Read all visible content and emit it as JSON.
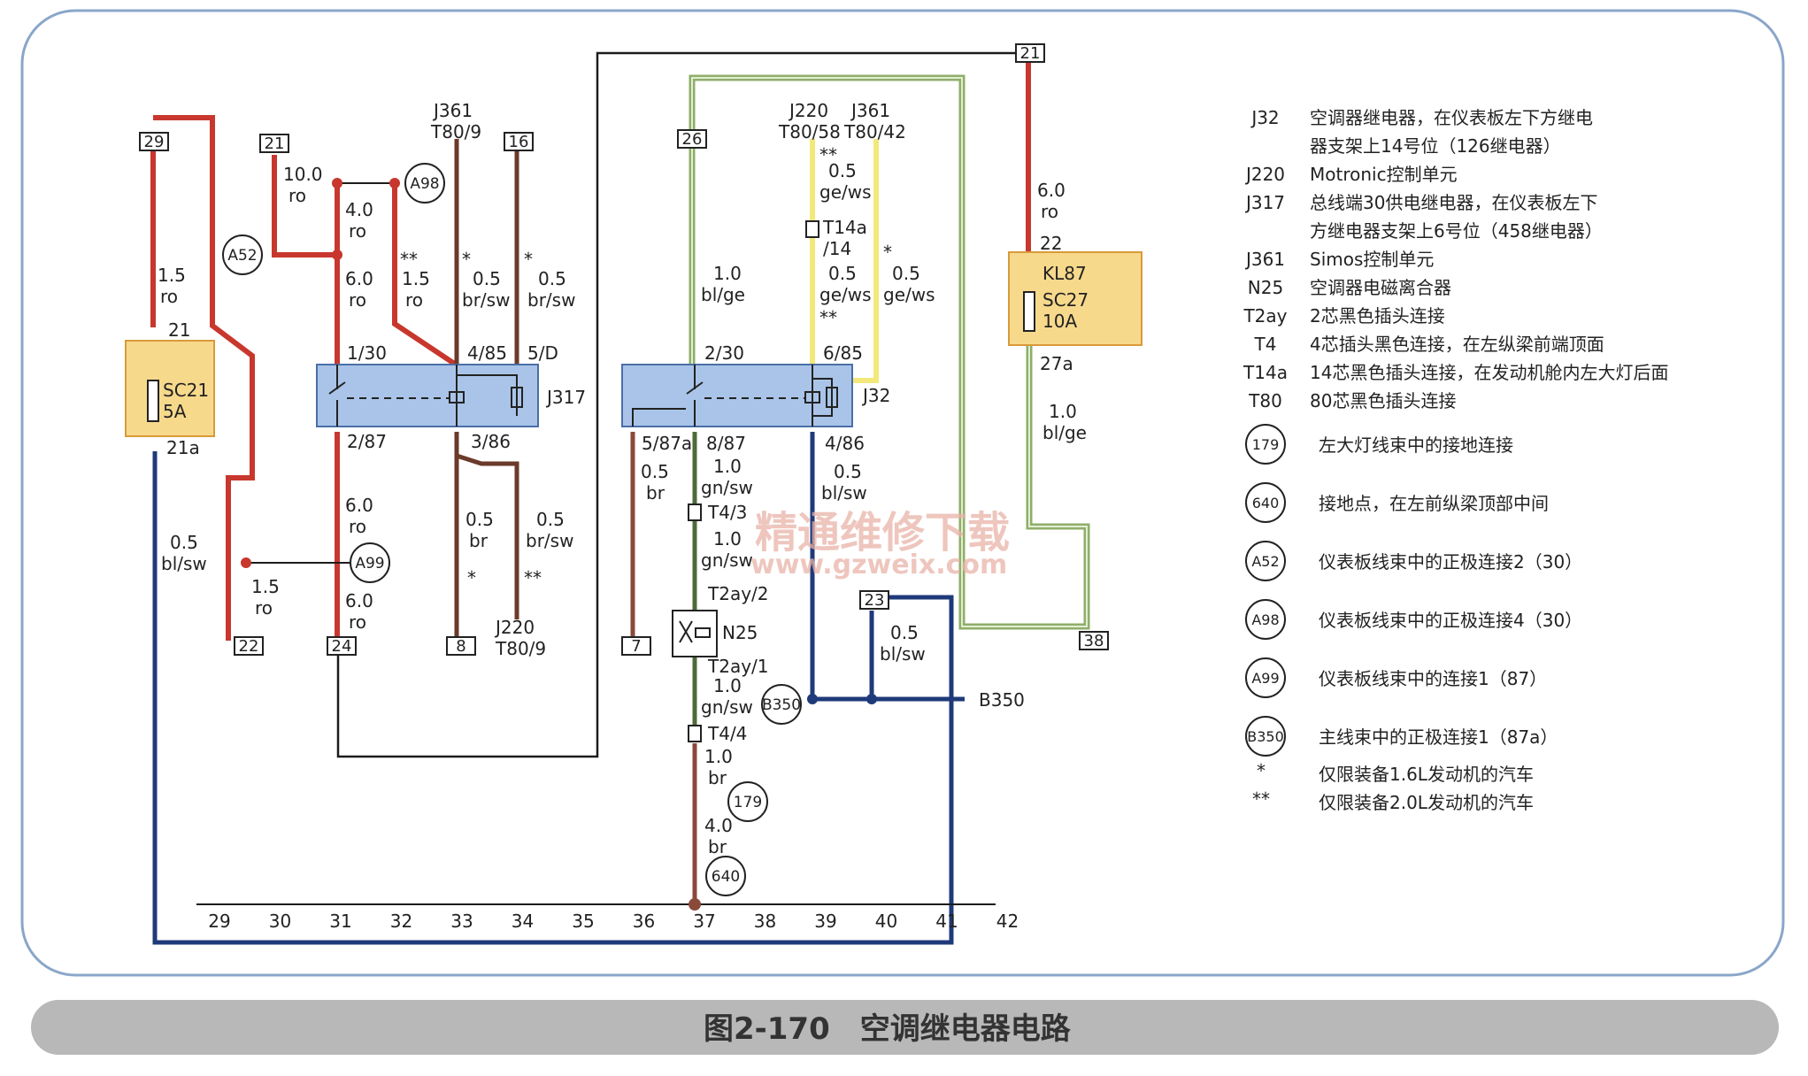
{
  "caption": "图2-170　空调继电器电路",
  "watermark": {
    "text": "精通维修下载",
    "url": "www.gzweix.com"
  },
  "relays": {
    "j317": {
      "name": "J317",
      "pins": {
        "p1_30": "1/30",
        "p4_85": "4/85",
        "p5_d": "5/D",
        "p2_87": "2/87",
        "p3_86": "3/86"
      }
    },
    "j32": {
      "name": "J32",
      "pins": {
        "p2_30": "2/30",
        "p6_85": "6/85",
        "p5_87a": "5/87a",
        "p8_87": "8/87",
        "p4_86": "4/86"
      }
    }
  },
  "fuses": {
    "sc21": {
      "name": "SC21",
      "rating": "5A",
      "top": "21",
      "bottom": "21a"
    },
    "sc27": {
      "name1": "KL87",
      "name": "SC27",
      "rating": "10A",
      "top": "22",
      "bottom": "27a"
    }
  },
  "terminals": {
    "t29": "29",
    "t21a": "21",
    "t16": "16",
    "t26": "26",
    "t21b": "21",
    "t22": "22",
    "t24": "24",
    "t8": "8",
    "t7": "7",
    "t23": "23",
    "t38": "38"
  },
  "circles": {
    "a52": "A52",
    "a98": "A98",
    "a99": "A99",
    "b350": "B350",
    "c179": "179",
    "c640": "640"
  },
  "wires": {
    "w_sc21_top": {
      "size": "1.5",
      "color": "ro"
    },
    "w_100": {
      "size": "10.0",
      "color": "ro"
    },
    "w_40": {
      "size": "4.0",
      "color": "ro"
    },
    "w_60a": {
      "size": "6.0",
      "color": "ro"
    },
    "w_15b": {
      "size": "1.5",
      "color": "ro"
    },
    "w_05a": {
      "size": "0.5",
      "color": "br/sw"
    },
    "w_05b": {
      "size": "0.5",
      "color": "br/sw"
    },
    "w_bl_sw_left": {
      "size": "0.5",
      "color": "bl/sw"
    },
    "w_60b": {
      "size": "6.0",
      "color": "ro"
    },
    "w_15c": {
      "size": "1.5",
      "color": "ro"
    },
    "w_60c": {
      "size": "6.0",
      "color": "ro"
    },
    "w_05br": {
      "size": "0.5",
      "color": "br"
    },
    "w_05brsw": {
      "size": "0.5",
      "color": "br/sw"
    },
    "w_10blge": {
      "size": "1.0",
      "color": "bl/ge"
    },
    "w_05gews_a": {
      "size": "0.5",
      "color": "ge/ws"
    },
    "w_05gews_b": {
      "size": "0.5",
      "color": "ge/ws"
    },
    "w_05gews_c": {
      "size": "0.5",
      "color": "ge/ws"
    },
    "w_05br_j32": {
      "size": "0.5",
      "color": "br"
    },
    "w_10gnsw_a": {
      "size": "1.0",
      "color": "gn/sw"
    },
    "w_10gnsw_b": {
      "size": "1.0",
      "color": "gn/sw"
    },
    "w_10gnsw_c": {
      "size": "1.0",
      "color": "gn/sw"
    },
    "w_05blsw_j32": {
      "size": "0.5",
      "color": "bl/sw"
    },
    "w_05blsw_23": {
      "size": "0.5",
      "color": "bl/sw"
    },
    "w_10br": {
      "size": "1.0",
      "color": "br"
    },
    "w_40br": {
      "size": "4.0",
      "color": "br"
    },
    "w_60ro_right": {
      "size": "6.0",
      "color": "ro"
    },
    "w_10blge_right": {
      "size": "1.0",
      "color": "bl/ge"
    }
  },
  "refs": {
    "j361a": "J361",
    "t80_9": "T80/9",
    "j220a": "J220",
    "t80_58": "T80/58",
    "j361b": "J361",
    "t80_42": "T80/42",
    "j220b": "J220",
    "t80_9b": "T80/9",
    "t14a": "T14a",
    "t14a_14": "/14",
    "t4_3": "T4/3",
    "t2ay_2": "T2ay/2",
    "n25": "N25",
    "t2ay_1": "T2ay/1",
    "t4_4": "T4/4",
    "b350": "B350",
    "star": "*",
    "dstar": "**"
  },
  "ground_numbers": [
    "29",
    "30",
    "31",
    "32",
    "33",
    "34",
    "35",
    "36",
    "37",
    "38",
    "39",
    "40",
    "41",
    "42"
  ],
  "legend": [
    {
      "code": "J32",
      "lines": [
        "空调器继电器，在仪表板左下方继电",
        "器支架上14号位（126继电器）"
      ]
    },
    {
      "code": "J220",
      "lines": [
        "Motronic控制单元"
      ]
    },
    {
      "code": "J317",
      "lines": [
        "总线端30供电继电器，在仪表板左下",
        "方继电器支架上6号位（458继电器）"
      ]
    },
    {
      "code": "J361",
      "lines": [
        "Simos控制单元"
      ]
    },
    {
      "code": "N25",
      "lines": [
        "空调器电磁离合器"
      ]
    },
    {
      "code": "T2ay",
      "lines": [
        "2芯黑色插头连接"
      ]
    },
    {
      "code": "T4",
      "lines": [
        "4芯插头黑色连接，在左纵梁前端顶面"
      ]
    },
    {
      "code": "T14a",
      "lines": [
        "14芯黑色插头连接，在发动机舱内左大灯后面"
      ]
    },
    {
      "code": "T80",
      "lines": [
        "80芯黑色插头连接"
      ]
    }
  ],
  "legend_circles": [
    {
      "code": "179",
      "desc": "左大灯线束中的接地连接"
    },
    {
      "code": "640",
      "desc": "接地点，在左前纵梁顶部中间"
    },
    {
      "code": "A52",
      "desc": "仪表板线束中的正极连接2（30）"
    },
    {
      "code": "A98",
      "desc": "仪表板线束中的正极连接4（30）"
    },
    {
      "code": "A99",
      "desc": "仪表板线束中的连接1（87）"
    },
    {
      "code": "B350",
      "desc": "主线束中的正极连接1（87a）"
    }
  ],
  "legend_notes": [
    {
      "mark": "*",
      "desc": "仅限装备1.6L发动机的汽车"
    },
    {
      "mark": "**",
      "desc": "仅限装备2.0L发动机的汽车"
    }
  ],
  "colors": {
    "red": "#c8372d",
    "brown": "#6b3a2a",
    "blue": "#1f3a7a",
    "green": "#8fae6a",
    "yellow": "#f3e97a",
    "relay": "#a9c4e8",
    "fuse": "#f7d98c"
  }
}
